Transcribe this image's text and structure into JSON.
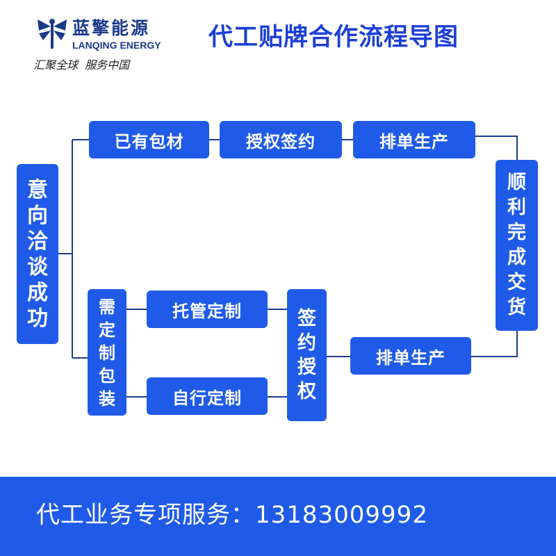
{
  "header": {
    "brand_name": "蓝擎能源",
    "brand_name_en": "LANQING ENERGY",
    "slogan": "汇聚全球  服务中国",
    "title": "代工贴牌合作流程导图",
    "logo_icon": "dragonfly-logo-icon"
  },
  "flow": {
    "start": "意向洽谈成功",
    "branch_top": {
      "step1": "已有包材",
      "step2": "授权签约",
      "step3": "排单生产"
    },
    "branch_bottom": {
      "need_custom": "需定制包装",
      "option_managed": "托管定制",
      "option_self": "自行定制",
      "sign_auth": "签约授权",
      "production": "排单生产"
    },
    "end": "顺利完成交货"
  },
  "footer": {
    "service_text": "代工业务专项服务：13183009992"
  },
  "colors": {
    "node_blue": "#1f5be8",
    "title_blue": "#1c3fd6",
    "brand_blue": "#1a3a8a",
    "connector": "#1c3b8c"
  }
}
